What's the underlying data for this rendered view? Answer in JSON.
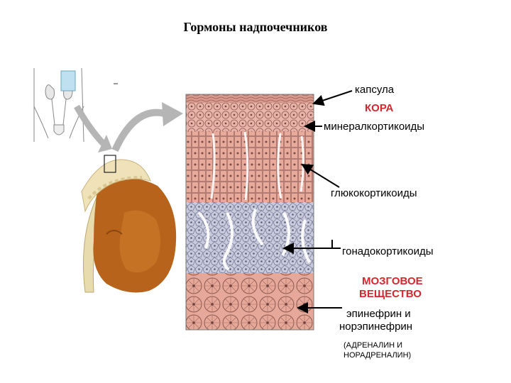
{
  "title": "Гормоны надпочечников",
  "labels": {
    "capsule": "капсула",
    "cortex": "КОРА",
    "mineralocorticoids": "минералкортикоиды",
    "glucocorticoids": "глюкокортикоиды",
    "gonadocorticoids": "гонадокортикоиды",
    "medulla_line1": "МОЗГОВОЕ",
    "medulla_line2": "ВЕЩЕСТВО",
    "epinephrine_line1": "эпинефрин и",
    "epinephrine_line2": "норэпинефрин",
    "adrenaline_line1": "(АДРЕНАЛИН И",
    "adrenaline_line2": "НОРАДРЕНАЛИН)"
  },
  "colors": {
    "cortex_title": "#d7262e",
    "capsule": "#c9857a",
    "zona_glomerulosa": "#e9b3a6",
    "zona_fasciculata": "#e7aa9a",
    "zona_reticularis": "#c9cbdc",
    "medulla": "#e4a595",
    "kidney": "#b8631b",
    "adrenal_gland": "#efe2b8",
    "arrow": "#b5b5b5"
  },
  "icons": [
    "human-body-outline-icon",
    "kidney-adrenal-icon",
    "curved-arrow-icon"
  ]
}
